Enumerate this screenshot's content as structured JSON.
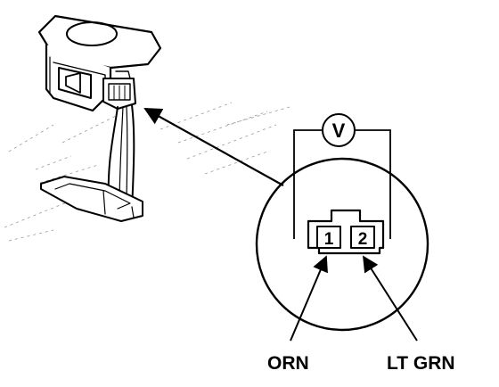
{
  "voltmeter": {
    "symbol": "V"
  },
  "connector": {
    "pin1": "1",
    "pin2": "2"
  },
  "wires": {
    "left": "ORN",
    "right": "LT GRN"
  }
}
